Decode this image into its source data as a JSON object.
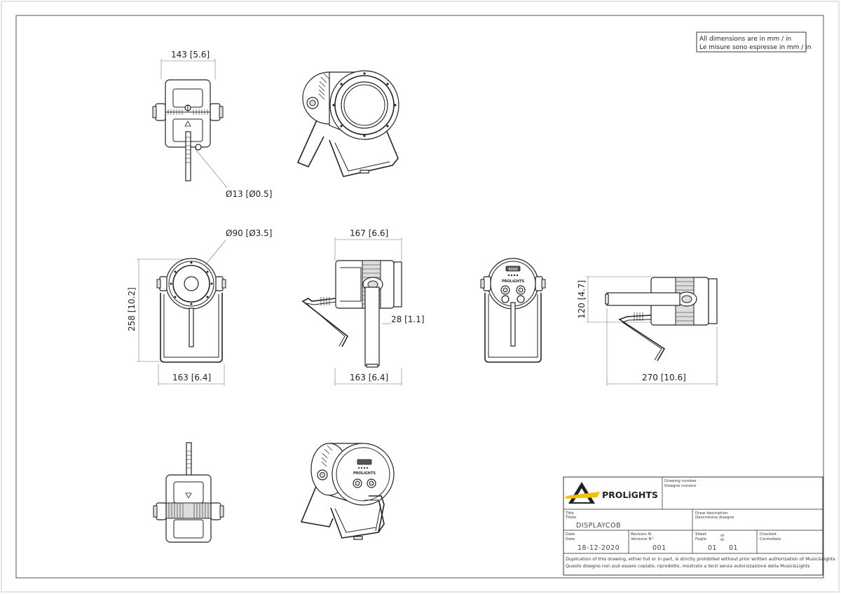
{
  "units_note": {
    "line1": "All dimensions are in mm / in",
    "line2": "Le misure sono espresse in mm / in"
  },
  "dimensions": {
    "top_width": "143 [5.6]",
    "cable_diameter": "Ø13 [Ø0.5]",
    "lens_diameter": "Ø90 [Ø3.5]",
    "front_height": "258 [10.2]",
    "front_width": "163 [6.4]",
    "side_depth": "167 [6.6]",
    "side_offset": "28 [1.1]",
    "side_bottom_width": "163 [6.4]",
    "rear_height": "120 [4.7]",
    "rear_length": "270 [10.6]"
  },
  "fixture_labels": {
    "brand_panel": "PROLiGHTS",
    "display": "8888"
  },
  "title_block": {
    "logo_text": "PROLiGHTS",
    "drawing_number_label": "Drawing number",
    "drawing_number_label_it": "Disegno numero",
    "title_label": "Title",
    "title_label_it": "Titolo",
    "title_value": "DISPLAYCOB",
    "draw_description_label": "Draw description",
    "draw_description_label_it": "Descrizione disegno",
    "date_label": "Date",
    "date_label_it": "Date",
    "date_value": "18-12-2020",
    "revision_label": "Revision N.",
    "revision_label_it": "Versione N°",
    "revision_value": "001",
    "sheet_label": "Sheet",
    "sheet_label_it": "Foglio",
    "of_label": "of",
    "of_label_it": "di",
    "sheet_value": "01",
    "of_value": "01",
    "checked_label": "Checked",
    "checked_label_it": "Controllato",
    "disclaimer_en": "Duplication of this drawing, either full or in part, is strictly prohibited without prior written authorization of Music&Lights",
    "disclaimer_it": "Questo disegno non può essere copiato, riprodotto, mostrato a terzi senza autorizzazione della Music&Lights"
  }
}
